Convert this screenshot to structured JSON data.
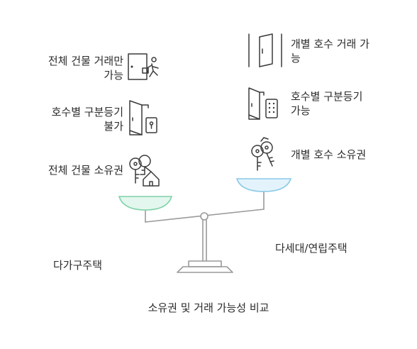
{
  "left": {
    "items": [
      {
        "icon": "person-exiting-door-icon",
        "label": "전체 건물 거래만\n가능"
      },
      {
        "icon": "door-with-lock-icon",
        "label": "호수별 구분등기\n불가"
      },
      {
        "icon": "keys-with-house-tag-icon",
        "label": "전체 건물 소유권"
      }
    ],
    "pan_label": "다가구주택",
    "pan_color": "#e3f7ee"
  },
  "right": {
    "items": [
      {
        "icon": "open-doorway-icon",
        "label": "개별 호수 거래 가\n능"
      },
      {
        "icon": "door-with-keypad-icon",
        "label": "호수별 구분등기\n가능"
      },
      {
        "icon": "keys-icon",
        "label": "개별 호수 소유권"
      }
    ],
    "pan_label": "다세대/연립주택",
    "pan_color": "#e4f3fb"
  },
  "caption": "소유권 및 거래 가능성 비교"
}
